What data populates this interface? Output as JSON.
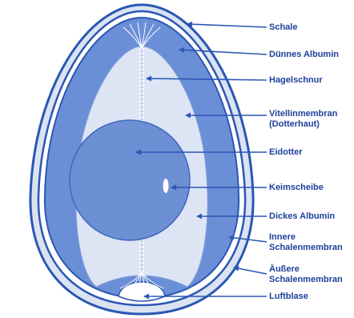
{
  "colors": {
    "shell": "#dbe3f3",
    "outline": "#2a57b4",
    "thin_albumen": "#6b8fd6",
    "thick_albumen": "#dde5f5",
    "yolk": "#6d8fd3",
    "label_text": "#1e3f9c",
    "pointer": "#2a57b4"
  },
  "labels": {
    "schale": "Schale",
    "duennes_albumin": "Dünnes Albumin",
    "hagelschnur": "Hagelschnur",
    "vitellinmembran_1": "Vitellinmembran",
    "vitellinmembran_2": "(Dotterhaut)",
    "eidotter": "Eidotter",
    "keimscheibe": "Keimscheibe",
    "dickes_albumin": "Dickes Albumin",
    "innere_1": "Innere",
    "innere_2": "Schalenmembran",
    "aeussere_1": "Äußere",
    "aeussere_2": "Schalenmembran",
    "luftblase": "Luftblase"
  }
}
